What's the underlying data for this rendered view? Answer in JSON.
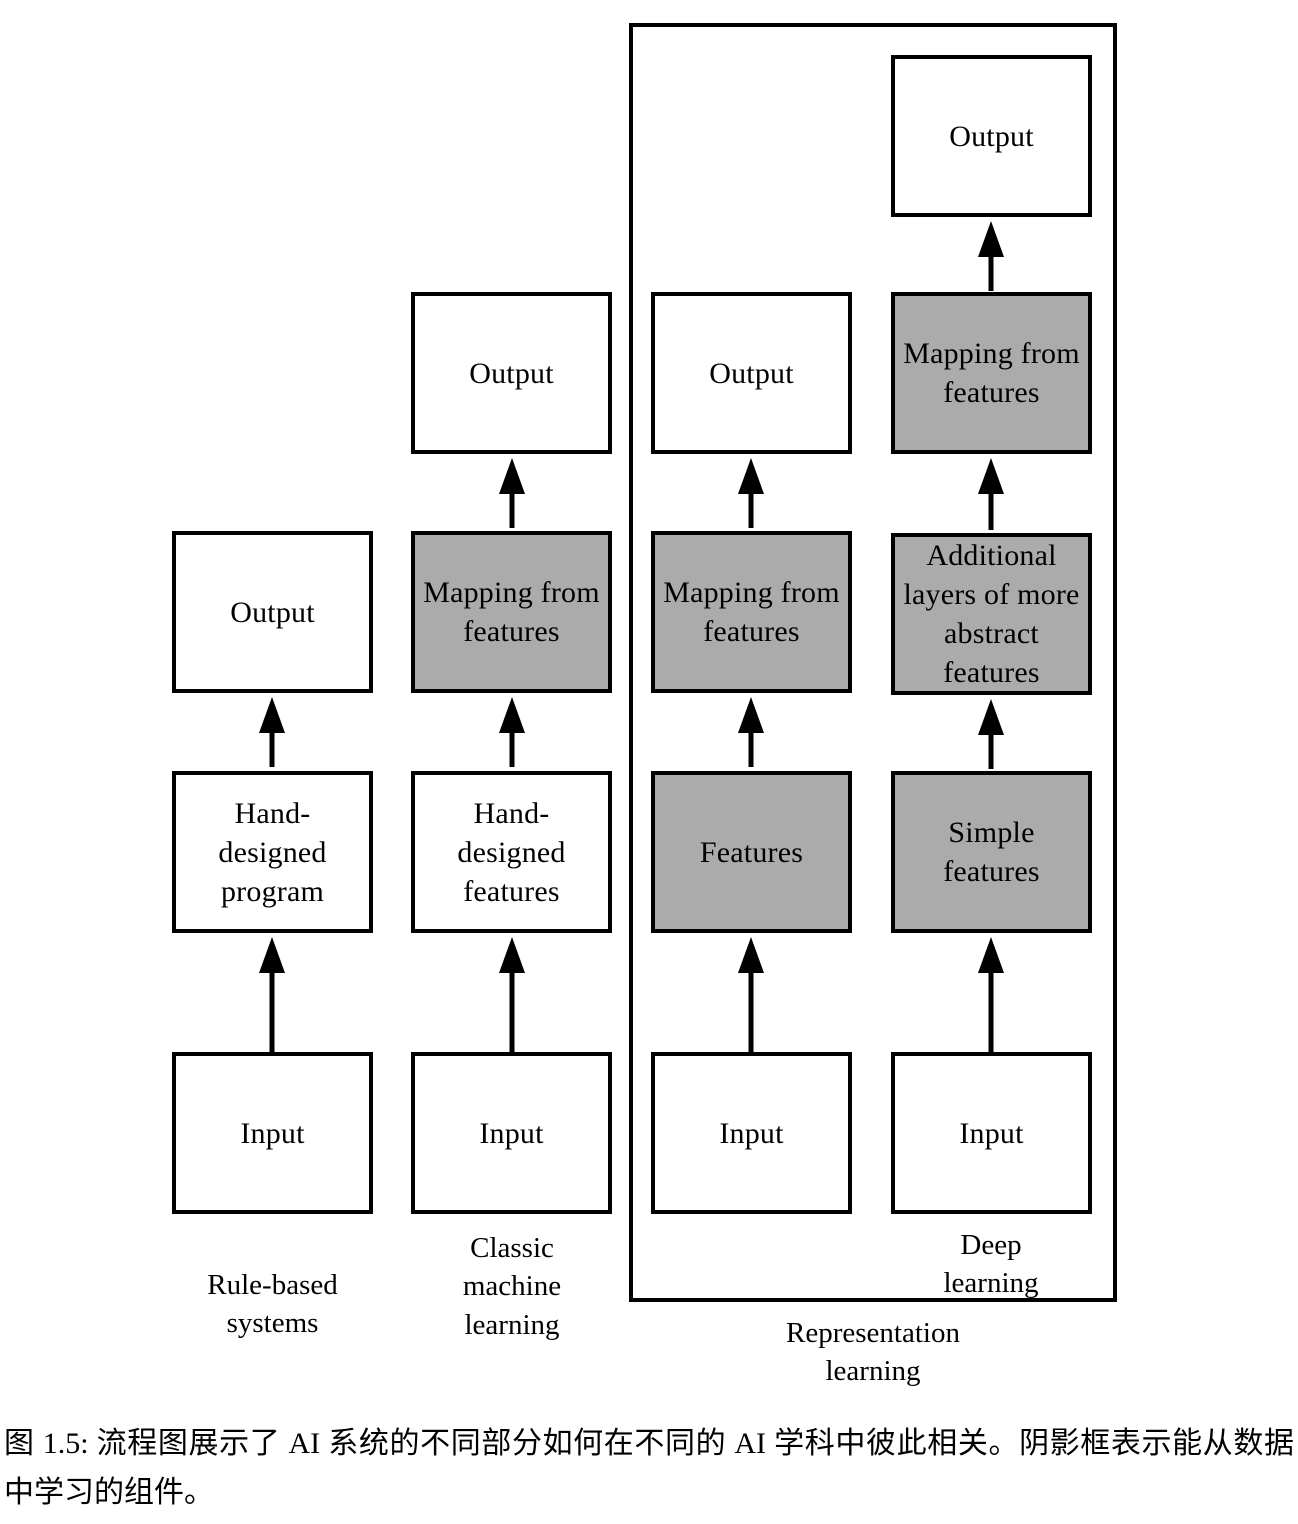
{
  "figure": {
    "caption": "图 1.5: 流程图展示了 AI 系统的不同部分如何在不同的 AI 学科中彼此相关。阴影框表示能从数据中学习的组件。",
    "shaded_fill": "#ababab",
    "stroke": "#000000",
    "background": "#ffffff"
  },
  "group": {
    "label": "Representation\nlearning",
    "label_line1": "Representation",
    "label_line2": "learning"
  },
  "columns": [
    {
      "id": "rule-based-systems",
      "caption_line1": "Rule-based",
      "caption_line2": "systems",
      "nodes": [
        {
          "id": "col1-output",
          "label": "Output",
          "shaded": false
        },
        {
          "id": "col1-program",
          "label": "Hand-\ndesigned\nprogram",
          "shaded": false
        },
        {
          "id": "col1-input",
          "label": "Input",
          "shaded": false
        }
      ]
    },
    {
      "id": "classic-machine-learning",
      "caption_line1": "Classic",
      "caption_line2": "machine",
      "caption_line3": "learning",
      "nodes": [
        {
          "id": "col2-output",
          "label": "Output",
          "shaded": false
        },
        {
          "id": "col2-mapping",
          "label": "Mapping from\nfeatures",
          "shaded": true
        },
        {
          "id": "col2-features",
          "label": "Hand-\ndesigned\nfeatures",
          "shaded": false
        },
        {
          "id": "col2-input",
          "label": "Input",
          "shaded": false
        }
      ]
    },
    {
      "id": "representation-learning",
      "nodes": [
        {
          "id": "col3-output",
          "label": "Output",
          "shaded": false
        },
        {
          "id": "col3-mapping",
          "label": "Mapping from\nfeatures",
          "shaded": true
        },
        {
          "id": "col3-features",
          "label": "Features",
          "shaded": true
        },
        {
          "id": "col3-input",
          "label": "Input",
          "shaded": false
        }
      ]
    },
    {
      "id": "deep-learning",
      "caption_line1": "Deep",
      "caption_line2": "learning",
      "nodes": [
        {
          "id": "col4-output",
          "label": "Output",
          "shaded": false
        },
        {
          "id": "col4-mapping",
          "label": "Mapping from\nfeatures",
          "shaded": true
        },
        {
          "id": "col4-additional",
          "label": "Additional\nlayers of more\nabstract\nfeatures",
          "shaded": true
        },
        {
          "id": "col4-simple",
          "label": "Simple\nfeatures",
          "shaded": true
        },
        {
          "id": "col4-input",
          "label": "Input",
          "shaded": false
        }
      ]
    }
  ]
}
